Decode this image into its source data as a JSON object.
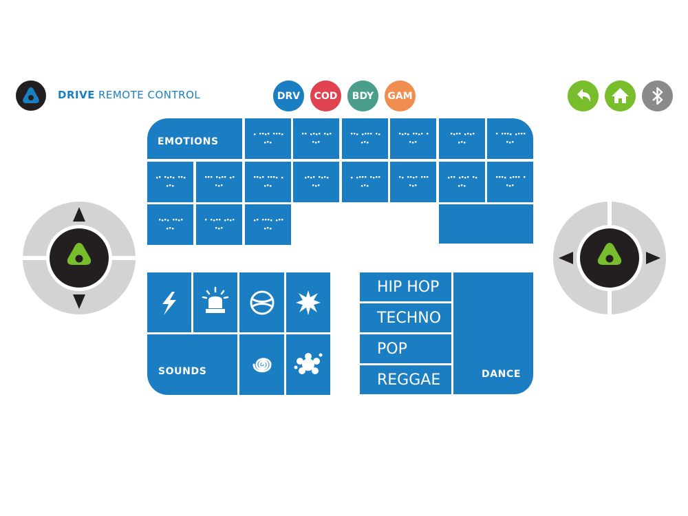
{
  "header": {
    "title_bold": "DRIVE",
    "title_rest": "REMOTE CONTROL",
    "logo_icon": "robot-logo-icon"
  },
  "modes": [
    {
      "label": "DRV",
      "color": "#1b7ec2"
    },
    {
      "label": "COD",
      "color": "#e0434f"
    },
    {
      "label": "BDY",
      "color": "#4a9e8a"
    },
    {
      "label": "GAM",
      "color": "#ef8e4f"
    }
  ],
  "nav": {
    "back_icon": "back-arrow-icon",
    "home_icon": "home-icon",
    "bluetooth_icon": "bluetooth-icon",
    "back_color": "#78bd2b",
    "home_color": "#78bd2b",
    "bluetooth_color": "#8a8a8a"
  },
  "emotions": {
    "label": "EMOTIONS",
    "tile_count": 17,
    "tile_icon": "robot-face-expression-icon"
  },
  "sounds": {
    "label": "SOUNDS",
    "icons": [
      "lightning-icon",
      "siren-icon",
      "ball-icon",
      "explosion-icon",
      "spiral-icon",
      "splat-icon"
    ]
  },
  "dance": {
    "label": "DANCE",
    "genres": [
      "HIP HOP",
      "TECHNO",
      "POP",
      "REGGAE"
    ]
  },
  "joysticks": {
    "left_icons": [
      "up-arrow-icon",
      "down-arrow-icon"
    ],
    "right_icons": [
      "left-arrow-icon",
      "right-arrow-icon"
    ],
    "center_color": "#78bd2b",
    "ring_color": "#d3d3d3"
  },
  "colors": {
    "tile_blue": "#1b7ec2",
    "dark": "#231f20"
  }
}
